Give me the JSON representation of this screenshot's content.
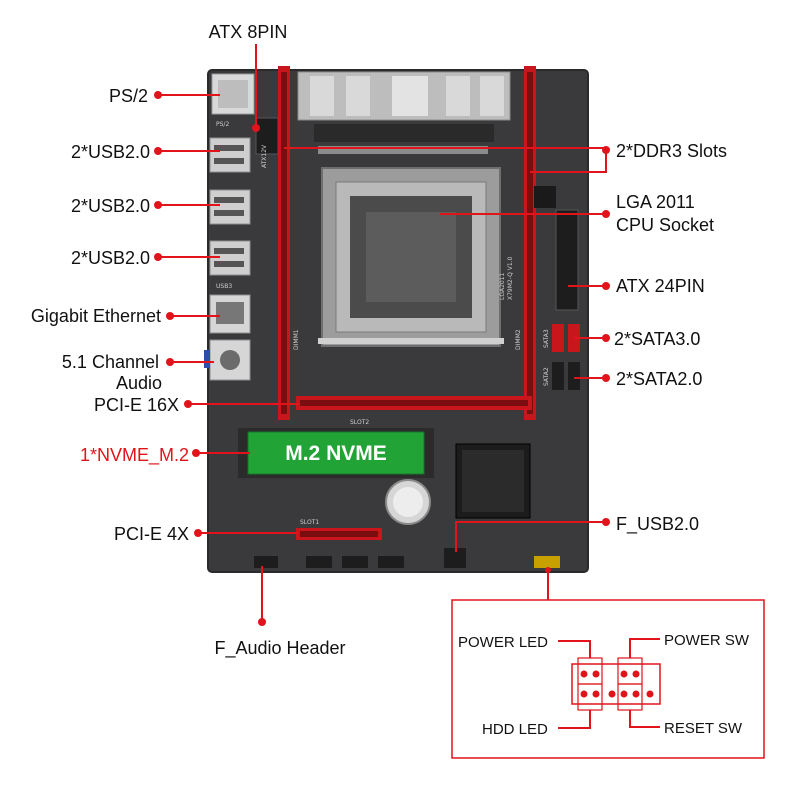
{
  "labels": {
    "atx8": "ATX 8PIN",
    "ps2": "PS/2",
    "usb_a": "2*USB2.0",
    "usb_b": "2*USB2.0",
    "usb_c": "2*USB2.0",
    "ethernet": "Gigabit Ethernet",
    "audio_1": "5.1 Channel",
    "audio_2": "Audio",
    "pcie16": "PCI-E 16X",
    "nvme_side": "1*NVME_M.2",
    "pcie4": "PCI-E 4X",
    "f_audio": "F_Audio Header",
    "ddr3": "2*DDR3 Slots",
    "cpu_1": "LGA 2011",
    "cpu_2": "CPU Socket",
    "atx24": "ATX 24PIN",
    "sata3": "2*SATA3.0",
    "sata2": "2*SATA2.0",
    "fusb": "F_USB2.0"
  },
  "board": {
    "nvme_card": "M.2 NVME",
    "silk_model": "X79M2-Q V1.0",
    "silk_socket": "LGA2011",
    "silk_slot2": "SLOT2",
    "silk_slot1": "SLOT1",
    "silk_ps2": "PS/2",
    "silk_usb": "USB3",
    "silk_atx": "ATX12V",
    "silk_ddr": "DIMM1",
    "silk_ddr2": "DIMM2",
    "silk_sata": "SATA3",
    "silk_sata2": "SATA2"
  },
  "panel": {
    "power_led": "POWER LED",
    "power_sw": "POWER SW",
    "hdd_led": "HDD  LED",
    "reset_sw": "RESET SW"
  },
  "colors": {
    "accent": "#e0141a",
    "board": "#3a3a3c",
    "slot_red": "#c8161c",
    "nvme_green": "#22a336"
  }
}
